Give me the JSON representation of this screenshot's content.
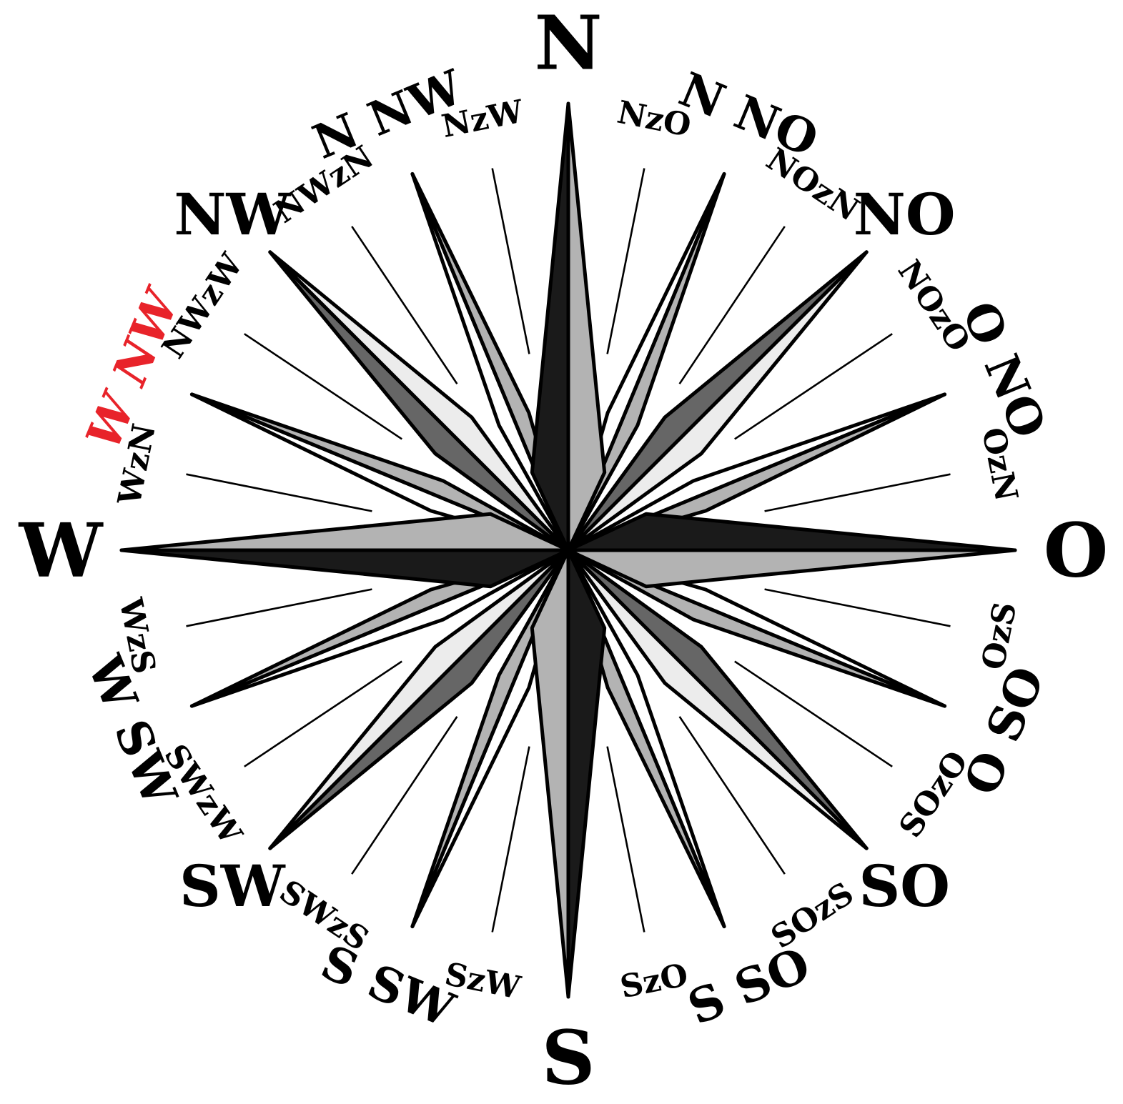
{
  "compass": {
    "labels": {
      "N": "N",
      "NzO": "NzO",
      "N_NO": "N NO",
      "NOzN": "NOzN",
      "NO": "NO",
      "NOzO": "NOzO",
      "O_NO": "O NO",
      "OzN": "OzN",
      "O": "O",
      "OzS": "OzS",
      "O_SO": "O SO",
      "SOzO": "SOzO",
      "SO": "SO",
      "SOzS": "SOzS",
      "S_SO": "S SO",
      "SzO": "SzO",
      "S": "S",
      "SzW": "SzW",
      "S_SW": "S SW",
      "SWzS": "SWzS",
      "SW": "SW",
      "SWzW": "SWzW",
      "W_SW": "W SW",
      "WzS": "WzS",
      "W": "W",
      "WzN": "WzN",
      "W_NW": "W NW",
      "NWzW": "NWzW",
      "NW": "NW",
      "NWzN": "NWzN",
      "N_NW": "N NW",
      "NzW": "NzW"
    },
    "highlighted": "W_NW",
    "colors": {
      "ink": "#000000",
      "highlight": "#e8232a",
      "dark": "#1a1a1a",
      "mid_dark": "#666666",
      "mid": "#b3b3b3",
      "light": "#ececec",
      "paper": "#ffffff"
    }
  }
}
